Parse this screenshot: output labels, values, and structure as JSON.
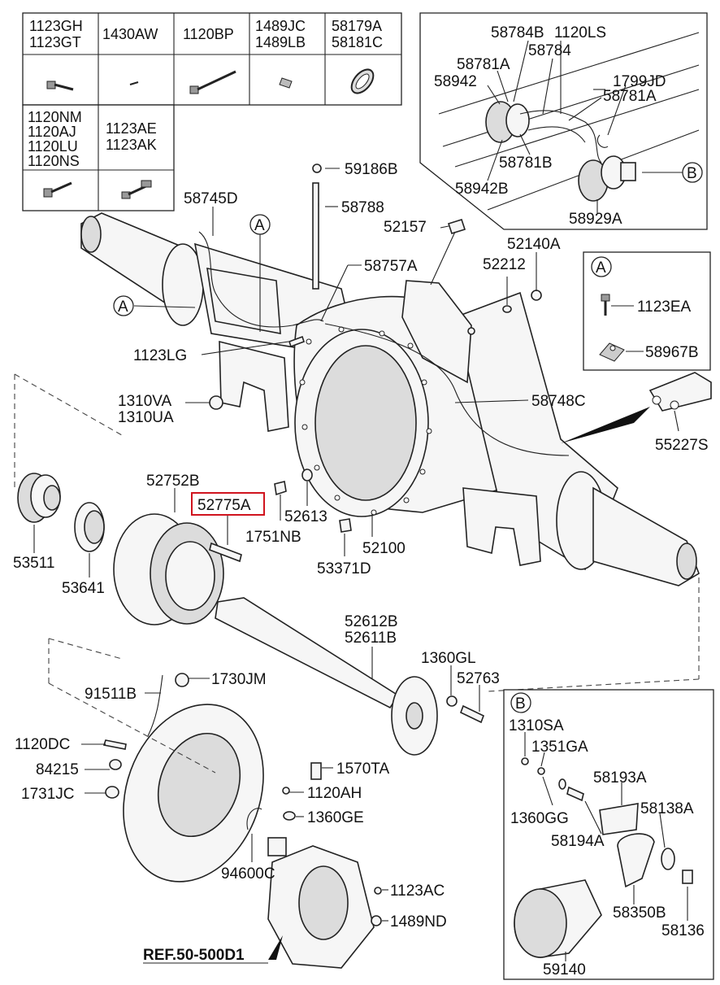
{
  "parts_table": {
    "row1": [
      {
        "lines": [
          "1123GH",
          "1123GT"
        ],
        "icon": "bolt-short-icon"
      },
      {
        "lines": [
          "1430AW"
        ],
        "icon": "pin-icon"
      },
      {
        "lines": [
          "1120BP"
        ],
        "icon": "bolt-long-icon"
      },
      {
        "lines": [
          "1489JC",
          "1489LB"
        ],
        "icon": "clip-icon"
      },
      {
        "lines": [
          "58179A",
          "58181C"
        ],
        "icon": "seal-ring-icon"
      }
    ],
    "row2": [
      {
        "lines": [
          "1120NM",
          "1120AJ",
          "1120LU",
          "1120NS"
        ],
        "icon": "bolt-icon"
      },
      {
        "lines": [
          "1123AE",
          "1123AK"
        ],
        "icon": "bolt-icon"
      }
    ]
  },
  "detail_top": {
    "labels": {
      "p58784B": "58784B",
      "p1120LS": "1120LS",
      "p58781A_1": "58781A",
      "p58784": "58784",
      "p58942": "58942",
      "p1799JD": "1799JD",
      "p58781A_2": "58781A",
      "p58781B": "58781B",
      "p58942B": "58942B",
      "p58929A": "58929A",
      "refB": "B"
    }
  },
  "detail_A": {
    "title": "A",
    "items": [
      {
        "code": "1123EA",
        "icon": "screw-icon"
      },
      {
        "code": "58967B",
        "icon": "clamp-icon"
      }
    ]
  },
  "detail_B": {
    "title": "B",
    "labels": {
      "p1310SA": "1310SA",
      "p1351GA": "1351GA",
      "p58193A": "58193A",
      "p1360GG": "1360GG",
      "p58194A": "58194A",
      "p58138A": "58138A",
      "p58350B": "58350B",
      "p58136": "58136",
      "p59140": "59140"
    }
  },
  "main": {
    "labels": {
      "p59186B": "59186B",
      "p58745D": "58745D",
      "p58788": "58788",
      "p52157": "52157",
      "p52140A": "52140A",
      "p52212": "52212",
      "p58757A": "58757A",
      "refA1": "A",
      "refA2": "A",
      "p1123LG": "1123LG",
      "p1310VA": "1310VA",
      "p1310UA": "1310UA",
      "p58748C": "58748C",
      "p55227S": "55227S",
      "p52752B": "52752B",
      "p52775A": "52775A",
      "p52613": "52613",
      "p1751NB": "1751NB",
      "p53511": "53511",
      "p53641": "53641",
      "p52100": "52100",
      "p53371D": "53371D",
      "p52612B": "52612B",
      "p52611B": "52611B",
      "p1360GL": "1360GL",
      "p52763": "52763",
      "p91511B": "91511B",
      "p1730JM": "1730JM",
      "p1120DC": "1120DC",
      "p84215": "84215",
      "p1731JC": "1731JC",
      "p1570TA": "1570TA",
      "p1120AH": "1120AH",
      "p1360GE": "1360GE",
      "p94600C": "94600C",
      "p1123AC": "1123AC",
      "p1489ND": "1489ND",
      "ref": "REF.50-500D1"
    },
    "highlighted_part": "52775A"
  }
}
